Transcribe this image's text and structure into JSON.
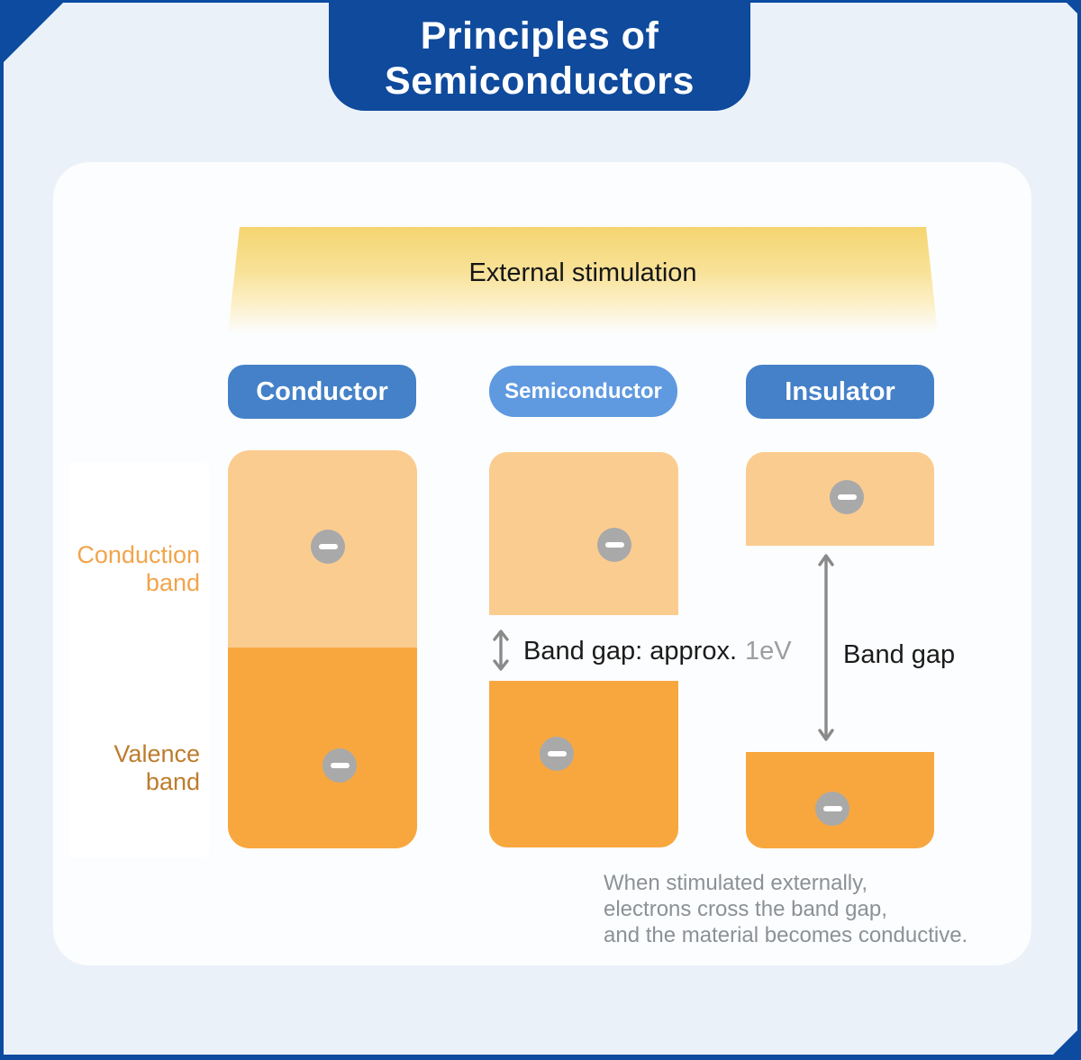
{
  "title": {
    "line1": "Principles of",
    "line2": "Semiconductors"
  },
  "banner": {
    "label": "External stimulation"
  },
  "columns": [
    {
      "label": "Conductor",
      "pill_color": "#4481c8",
      "bands": [
        "conduction",
        "valence"
      ],
      "band_gap_shown": false
    },
    {
      "label": "Semiconductor",
      "pill_color": "#5f99e0",
      "bands": [
        "conduction",
        "valence"
      ],
      "band_gap_shown": true,
      "band_gap_label": "Band gap: approx. 1eV"
    },
    {
      "label": "Insulator",
      "pill_color": "#4481c8",
      "bands": [
        "conduction",
        "valence"
      ],
      "band_gap_shown": true,
      "band_gap_label": "Band gap"
    }
  ],
  "band_labels": {
    "conduction": {
      "line1": "Conduction",
      "line2": "band"
    },
    "valence": {
      "line1": "Valence",
      "line2": "band"
    }
  },
  "gap_annotations": {
    "semiconductor": {
      "text": "Band gap: approx.",
      "value": "1eV"
    },
    "insulator": {
      "text": "Band gap"
    }
  },
  "caption": {
    "lines": [
      "When stimulated externally,",
      "electrons cross the band gap,",
      "and the material becomes conductive."
    ]
  },
  "electron_icon": {
    "shape": "minus-circle",
    "symbol": "−",
    "count": 6
  },
  "colors": {
    "canvas_blue": "#0c4ba0",
    "title_tab_blue": "#0f4a9c",
    "page_light_blue": "#eaf1f9",
    "card_white": "#fcfdfe",
    "pill_blue": "#4481c8",
    "pill_light_blue": "#5f99e0",
    "conduction_band_orange": "#fbcc90",
    "valence_band_orange": "#f8a73f",
    "conduction_label_text": "#f2a44b",
    "valence_label_text": "#bd7c2c",
    "electron_gray": "#a9a9a9",
    "arrow_gray": "#8a8a8a",
    "gap_value_gray": "#9d9d9d",
    "caption_gray": "#8b9196",
    "banner_gold": "#f5d571"
  }
}
